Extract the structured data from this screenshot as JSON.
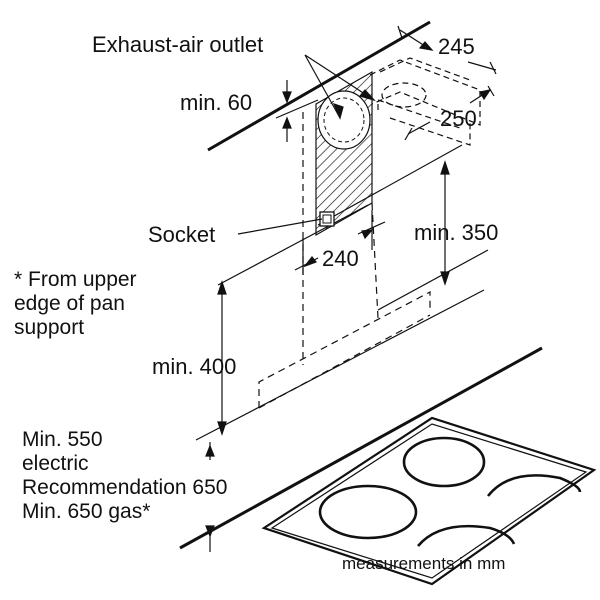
{
  "labels": {
    "exhaust_outlet": "Exhaust-air outlet",
    "min_60": "min. 60",
    "dim_245": "245",
    "dim_250": "250",
    "socket": "Socket",
    "dim_240": "240",
    "min_350": "min. 350",
    "footnote": "* From upper\nedge of pan\nsupport",
    "min_400": "min. 400",
    "clearance": "Min. 550\nelectric\nRecommendation 650\nMin. 650 gas*",
    "units": "measurements in mm"
  },
  "colors": {
    "line": "#111111",
    "background": "#ffffff"
  }
}
